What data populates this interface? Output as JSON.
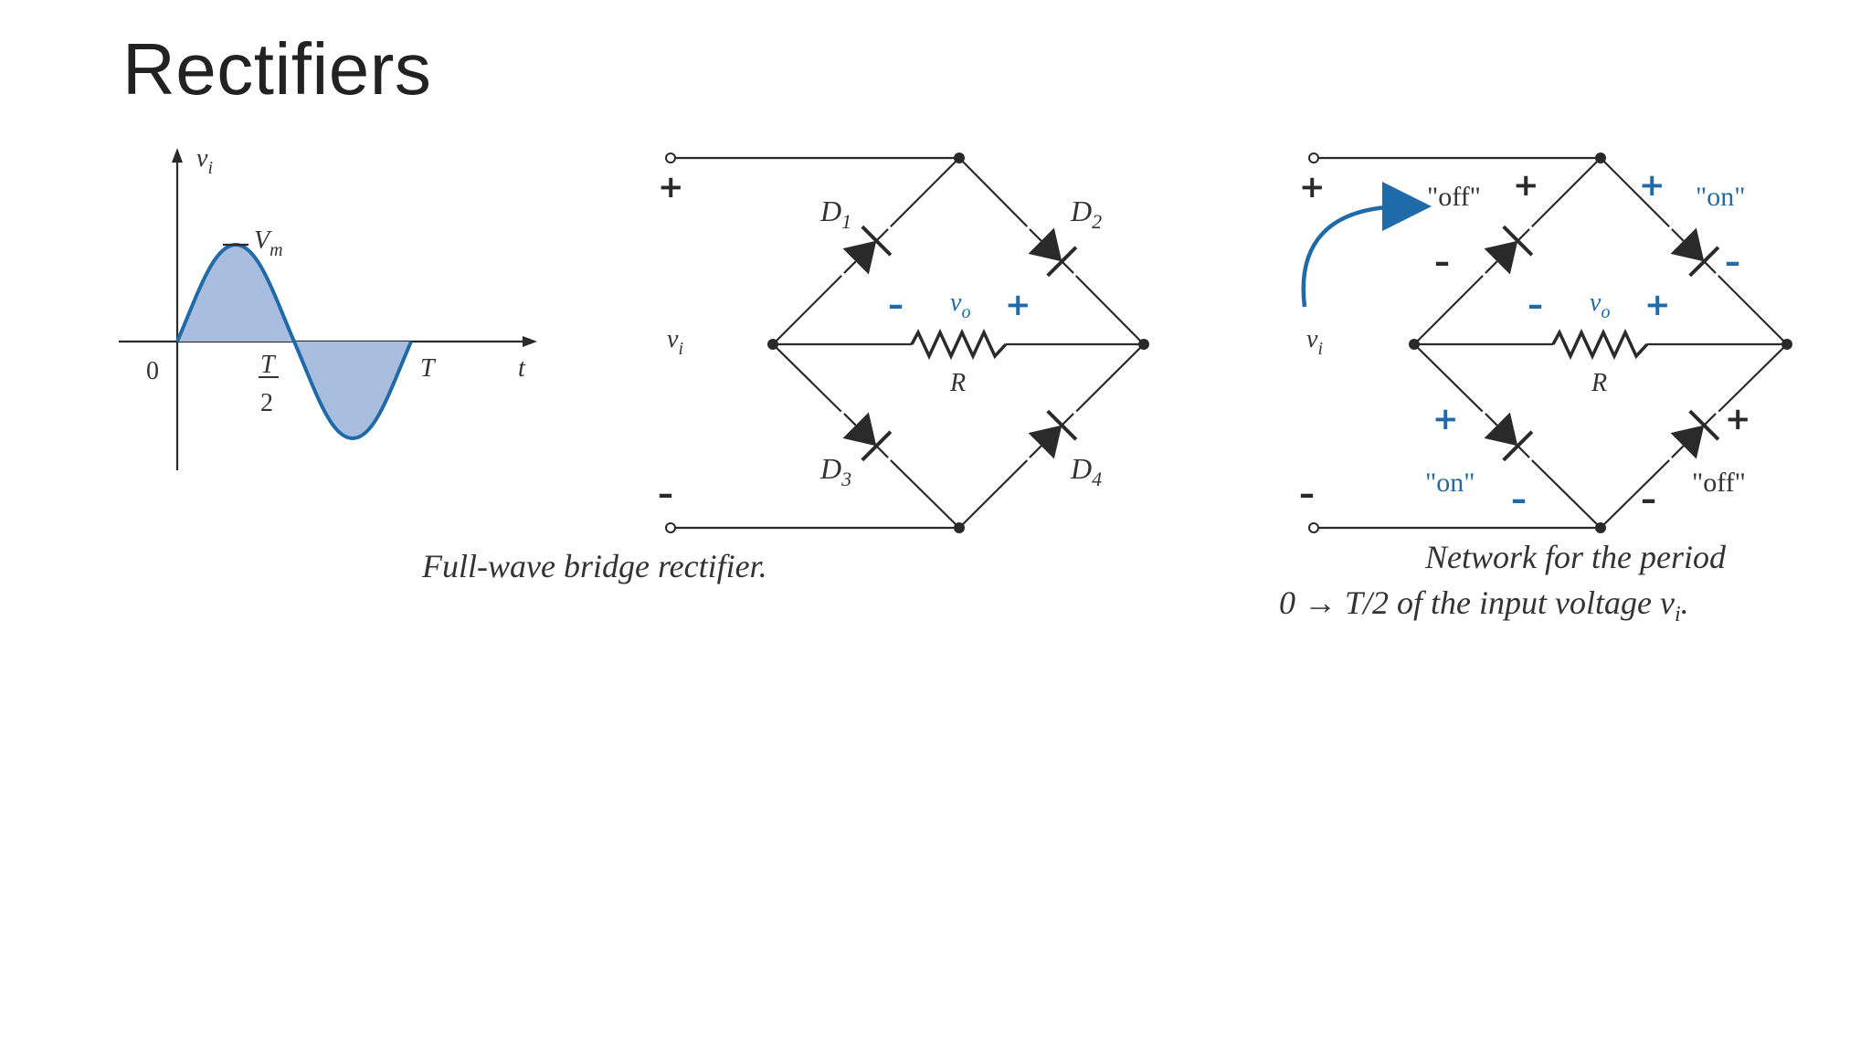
{
  "slide": {
    "title": "Rectifiers"
  },
  "waveform": {
    "y_label": "v",
    "y_label_sub": "i",
    "peak_label": "V",
    "peak_label_sub": "m",
    "origin_label": "0",
    "half_period_num": "T",
    "half_period_den": "2",
    "period_label": "T",
    "x_label": "t"
  },
  "bridge": {
    "pos_terminal": "+",
    "neg_terminal": "–",
    "input_label": "v",
    "input_label_sub": "i",
    "output_label": "v",
    "output_label_sub": "o",
    "output_neg": "–",
    "output_pos": "+",
    "resistor_label": "R",
    "d1": "D",
    "d1_sub": "1",
    "d2": "D",
    "d2_sub": "2",
    "d3": "D",
    "d3_sub": "3",
    "d4": "D",
    "d4_sub": "4",
    "caption": "Full-wave bridge rectifier."
  },
  "network": {
    "pos_terminal": "+",
    "neg_terminal": "–",
    "input_label": "v",
    "input_label_sub": "i",
    "output_label": "v",
    "output_label_sub": "o",
    "output_neg": "–",
    "output_pos": "+",
    "resistor_label": "R",
    "d1_state": "\"off\"",
    "d2_state": "\"on\"",
    "d3_state": "\"on\"",
    "d4_state": "\"off\"",
    "d1_plus": "+",
    "d1_minus": "–",
    "d2_plus": "+",
    "d2_minus": "–",
    "d3_plus": "+",
    "d3_minus": "–",
    "d4_plus": "+",
    "d4_minus": "–",
    "caption_line1": "Network  for the period",
    "caption_line2_prefix": "0 → T/2 of the input voltage v",
    "caption_line2_sub": "i",
    "caption_line2_suffix": "."
  },
  "colors": {
    "accent_blue": "#1f6aa8",
    "wave_fill": "#a9bedf",
    "ink": "#2a2a2a"
  }
}
